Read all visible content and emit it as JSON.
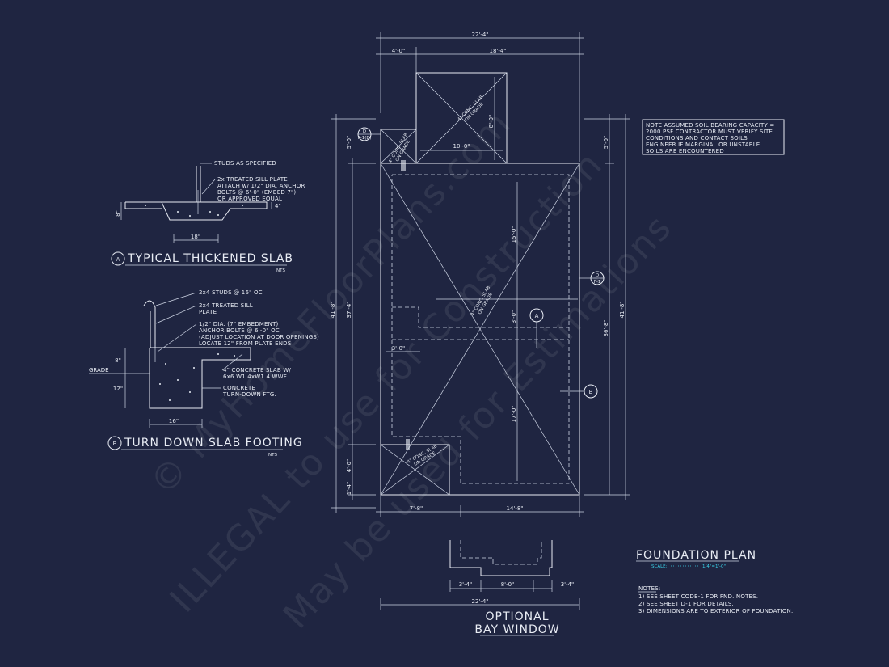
{
  "plan": {
    "dims": {
      "top_overall": "22'-4\"",
      "top_left": "4'-0\"",
      "top_right": "18'-4\"",
      "bump_width": "10'-0\"",
      "bump_height": "8'-0\"",
      "left_overall": "41'-8\"",
      "left_inner": "37'-4\"",
      "left_top": "5'-0\"",
      "left_bottom_a": "4'-0\"",
      "left_bottom_b": "1'-4\"",
      "right_overall": "41'-8\"",
      "right_inner": "36'-8\"",
      "right_top": "5'-0\"",
      "inner_15": "15'-0\"",
      "inner_3a": "3'-0\"",
      "inner_3b": "3'-0\"",
      "inner_17": "17'-0\"",
      "bottom_left": "7'-8\"",
      "bottom_right": "14'-8\"",
      "bay_left": "3'-4\"",
      "bay_mid": "8'-0\"",
      "bay_right": "3'-4\"",
      "bay_overall": "22'-4\""
    },
    "slab_notes": {
      "bump": "4\" CONC. SLAB\nON GRADE",
      "small_top": "4\" CONC. SLAB\nON GRADE",
      "center": "4\" CONC. SLAB\nON GRADE",
      "bottom": "4\" CONC. SLAB\nON GRADE"
    },
    "callouts": {
      "d_top_letter": "D",
      "d_top_sheet": "F-1(B)",
      "d_right_letter": "D",
      "d_right_sheet": "F-1",
      "a_letter": "A",
      "b_letter": "B"
    }
  },
  "soil_note": [
    "NOTE ASSUMED SOIL BEARING CAPACITY =",
    "2000 PSF CONTRACTOR MUST VERIFY SITE",
    "CONDITIONS AND CONTACT SOILS",
    "ENGINEER IF MARGINAL OR UNSTABLE",
    "SOILS ARE ENCOUNTERED"
  ],
  "detail_a": {
    "letter": "A",
    "title": "TYPICAL THICKENED SLAB",
    "scale": "NTS",
    "labels": [
      "STUDS AS SPECIFIED",
      "2x TREATED SILL PLATE",
      "ATTACH w/ 1/2\" DIA. ANCHOR",
      "BOLTS @ 6'-0\" (EMBED 7\")",
      "OR APPROVED EQUAL"
    ],
    "dim_depth": "8\"",
    "dim_slab": "4\"",
    "dim_width": "18\""
  },
  "detail_b": {
    "letter": "B",
    "title": "TURN DOWN SLAB FOOTING",
    "scale": "NTS",
    "labels": [
      "2x4 STUDS @ 16\" OC",
      "2x4 TREATED SILL",
      "PLATE",
      "1/2\" DIA. (7\" EMBEDMENT)",
      "ANCHOR BOLTS @ 6'-0\" OC",
      "(ADJUST LOCATION AT DOOR OPENINGS)",
      "LOCATE 12\" FROM PLATE ENDS",
      "4\" CONCRETE SLAB W/",
      "6x6 W1.4xW1.4 WWF",
      "CONCRETE",
      "TURN-DOWN FTG."
    ],
    "grade": "GRADE",
    "dim_8": "8\"",
    "dim_12": "12\"",
    "dim_16": "16\""
  },
  "foundation": {
    "title": "FOUNDATION PLAN",
    "scale_label": "SCALE:",
    "scale_value": "1/4\"=1'-0\"",
    "notes_heading": "NOTES:",
    "notes": [
      "1)  SEE SHEET CODE-1 FOR FND. NOTES.",
      "2)  SEE SHEET D-1 FOR DETAILS.",
      "3)  DIMENSIONS ARE TO EXTERIOR OF FOUNDATION."
    ]
  },
  "bay_window": {
    "line1": "OPTIONAL",
    "line2": "BAY WINDOW"
  },
  "watermark": {
    "line1": "© MyHomeFloorPlans.com",
    "line2": "ILLEGAL to use for Construction",
    "line3": "May be used for Estimations"
  }
}
